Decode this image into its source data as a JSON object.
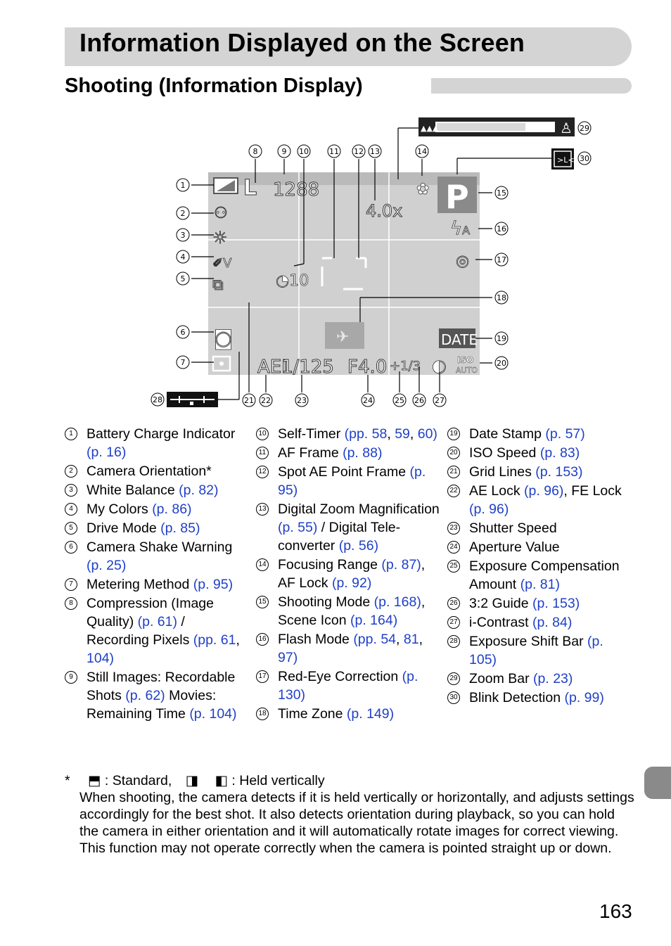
{
  "page": {
    "title": "Information Displayed on the Screen",
    "subtitle": "Shooting (Information Display)",
    "page_number": "163"
  },
  "screen": {
    "resolution_label": "L",
    "shots": "1288",
    "zoom": "4.0x",
    "mode": "P",
    "flash": "A",
    "date_stamp": "DATE",
    "iso": "ISO",
    "iso_auto": "AUTO",
    "ae_lock": "AEL",
    "shutter": "1/125",
    "aperture": "F4.0",
    "exposure": "+1/3",
    "self_timer": "10",
    "icons": [
      "battery-icon",
      "camera-orientation-icon",
      "white-balance-icon",
      "my-colors-icon",
      "drive-mode-icon",
      "shake-warning-icon",
      "metering-icon",
      "compression-icon",
      "self-timer-icon",
      "af-frame-icon",
      "focus-range-icon",
      "shooting-mode-icon",
      "flash-icon",
      "red-eye-icon",
      "time-zone-icon",
      "date-stamp-icon",
      "iso-icon",
      "i-contrast-icon",
      "zoom-bar-icon",
      "blink-icon",
      "exposure-shift-bar-icon"
    ]
  },
  "callouts": [
    "1",
    "2",
    "3",
    "4",
    "5",
    "6",
    "7",
    "8",
    "9",
    "10",
    "11",
    "12",
    "13",
    "14",
    "15",
    "16",
    "17",
    "18",
    "19",
    "20",
    "21",
    "22",
    "23",
    "24",
    "25",
    "26",
    "27",
    "28",
    "29",
    "30"
  ],
  "columns": [
    [
      {
        "n": "1",
        "parts": [
          {
            "t": "Battery Charge Indicator "
          },
          {
            "t": "(p. 16)",
            "ref": true
          }
        ]
      },
      {
        "n": "2",
        "parts": [
          {
            "t": "Camera Orientation*"
          }
        ]
      },
      {
        "n": "3",
        "parts": [
          {
            "t": "White Balance "
          },
          {
            "t": "(p. 82)",
            "ref": true
          }
        ]
      },
      {
        "n": "4",
        "parts": [
          {
            "t": "My Colors "
          },
          {
            "t": "(p. 86)",
            "ref": true
          }
        ]
      },
      {
        "n": "5",
        "parts": [
          {
            "t": "Drive Mode "
          },
          {
            "t": "(p. 85)",
            "ref": true
          }
        ]
      },
      {
        "n": "6",
        "parts": [
          {
            "t": "Camera Shake Warning "
          },
          {
            "t": "(p. 25)",
            "ref": true
          }
        ]
      },
      {
        "n": "7",
        "parts": [
          {
            "t": "Metering Method "
          },
          {
            "t": "(p. 95)",
            "ref": true
          }
        ]
      },
      {
        "n": "8",
        "parts": [
          {
            "t": "Compression (Image Quality) "
          },
          {
            "t": "(p. 61)",
            "ref": true
          },
          {
            "t": " / Recording Pixels "
          },
          {
            "t": "(pp. 61",
            "ref": true
          },
          {
            "t": ", "
          },
          {
            "t": "104)",
            "ref": true
          }
        ]
      },
      {
        "n": "9",
        "parts": [
          {
            "t": "Still Images: Recordable Shots "
          },
          {
            "t": "(p. 62)",
            "ref": true
          },
          {
            "t": " Movies: Remaining Time "
          },
          {
            "t": "(p. 104)",
            "ref": true
          }
        ]
      }
    ],
    [
      {
        "n": "10",
        "parts": [
          {
            "t": "Self-Timer "
          },
          {
            "t": "(pp. 58",
            "ref": true
          },
          {
            "t": ", "
          },
          {
            "t": "59",
            "ref": true
          },
          {
            "t": ", "
          },
          {
            "t": "60)",
            "ref": true
          }
        ]
      },
      {
        "n": "11",
        "parts": [
          {
            "t": "AF Frame "
          },
          {
            "t": "(p. 88)",
            "ref": true
          }
        ]
      },
      {
        "n": "12",
        "parts": [
          {
            "t": "Spot AE Point Frame "
          },
          {
            "t": "(p. 95)",
            "ref": true
          }
        ]
      },
      {
        "n": "13",
        "parts": [
          {
            "t": "Digital Zoom Magnification "
          },
          {
            "t": "(p. 55)",
            "ref": true
          },
          {
            "t": " / Digital Tele-converter "
          },
          {
            "t": "(p. 56)",
            "ref": true
          }
        ]
      },
      {
        "n": "14",
        "parts": [
          {
            "t": "Focusing Range "
          },
          {
            "t": "(p. 87)",
            "ref": true
          },
          {
            "t": ", AF Lock "
          },
          {
            "t": "(p. 92)",
            "ref": true
          }
        ]
      },
      {
        "n": "15",
        "parts": [
          {
            "t": "Shooting Mode "
          },
          {
            "t": "(p. 168)",
            "ref": true
          },
          {
            "t": ", Scene Icon "
          },
          {
            "t": "(p. 164)",
            "ref": true
          }
        ]
      },
      {
        "n": "16",
        "parts": [
          {
            "t": "Flash Mode "
          },
          {
            "t": "(pp. 54",
            "ref": true
          },
          {
            "t": ", "
          },
          {
            "t": "81",
            "ref": true
          },
          {
            "t": ", "
          },
          {
            "t": "97)",
            "ref": true
          }
        ]
      },
      {
        "n": "17",
        "parts": [
          {
            "t": "Red-Eye Correction "
          },
          {
            "t": "(p. 130)",
            "ref": true
          }
        ]
      },
      {
        "n": "18",
        "parts": [
          {
            "t": "Time Zone "
          },
          {
            "t": "(p. 149)",
            "ref": true
          }
        ]
      }
    ],
    [
      {
        "n": "19",
        "parts": [
          {
            "t": "Date Stamp "
          },
          {
            "t": "(p. 57)",
            "ref": true
          }
        ]
      },
      {
        "n": "20",
        "parts": [
          {
            "t": "ISO Speed "
          },
          {
            "t": "(p. 83)",
            "ref": true
          }
        ]
      },
      {
        "n": "21",
        "parts": [
          {
            "t": "Grid Lines "
          },
          {
            "t": "(p. 153)",
            "ref": true
          }
        ]
      },
      {
        "n": "22",
        "parts": [
          {
            "t": "AE Lock "
          },
          {
            "t": "(p. 96)",
            "ref": true
          },
          {
            "t": ", FE Lock "
          },
          {
            "t": "(p. 96)",
            "ref": true
          }
        ]
      },
      {
        "n": "23",
        "parts": [
          {
            "t": "Shutter Speed"
          }
        ]
      },
      {
        "n": "24",
        "parts": [
          {
            "t": "Aperture Value"
          }
        ]
      },
      {
        "n": "25",
        "parts": [
          {
            "t": "Exposure Compensation Amount "
          },
          {
            "t": "(p. 81)",
            "ref": true
          }
        ]
      },
      {
        "n": "26",
        "parts": [
          {
            "t": "3:2 Guide "
          },
          {
            "t": "(p. 153)",
            "ref": true
          }
        ]
      },
      {
        "n": "27",
        "parts": [
          {
            "t": "i-Contrast "
          },
          {
            "t": "(p. 84)",
            "ref": true
          }
        ]
      },
      {
        "n": "28",
        "parts": [
          {
            "t": "Exposure Shift Bar "
          },
          {
            "t": "(p. 105)",
            "ref": true
          }
        ]
      },
      {
        "n": "29",
        "parts": [
          {
            "t": "Zoom Bar "
          },
          {
            "t": "(p. 23)",
            "ref": true
          }
        ]
      },
      {
        "n": "30",
        "parts": [
          {
            "t": "Blink Detection "
          },
          {
            "t": "(p. 99)",
            "ref": true
          }
        ]
      }
    ]
  ],
  "footnote": {
    "star": "*",
    "standard": ": Standard,",
    "held": ": Held vertically",
    "body": "When shooting, the camera detects if it is held vertically or horizontally, and adjusts settings accordingly for the best shot. It also detects orientation during playback, so you can hold the camera in either orientation and it will automatically rotate images for correct viewing. This function may not operate correctly when the camera is pointed straight up or down."
  },
  "colors": {
    "ref": "#1f3fc8",
    "title_bar": "#d4d4d4",
    "screen": "#d0d0d0",
    "tab": "#8a8a8a"
  }
}
